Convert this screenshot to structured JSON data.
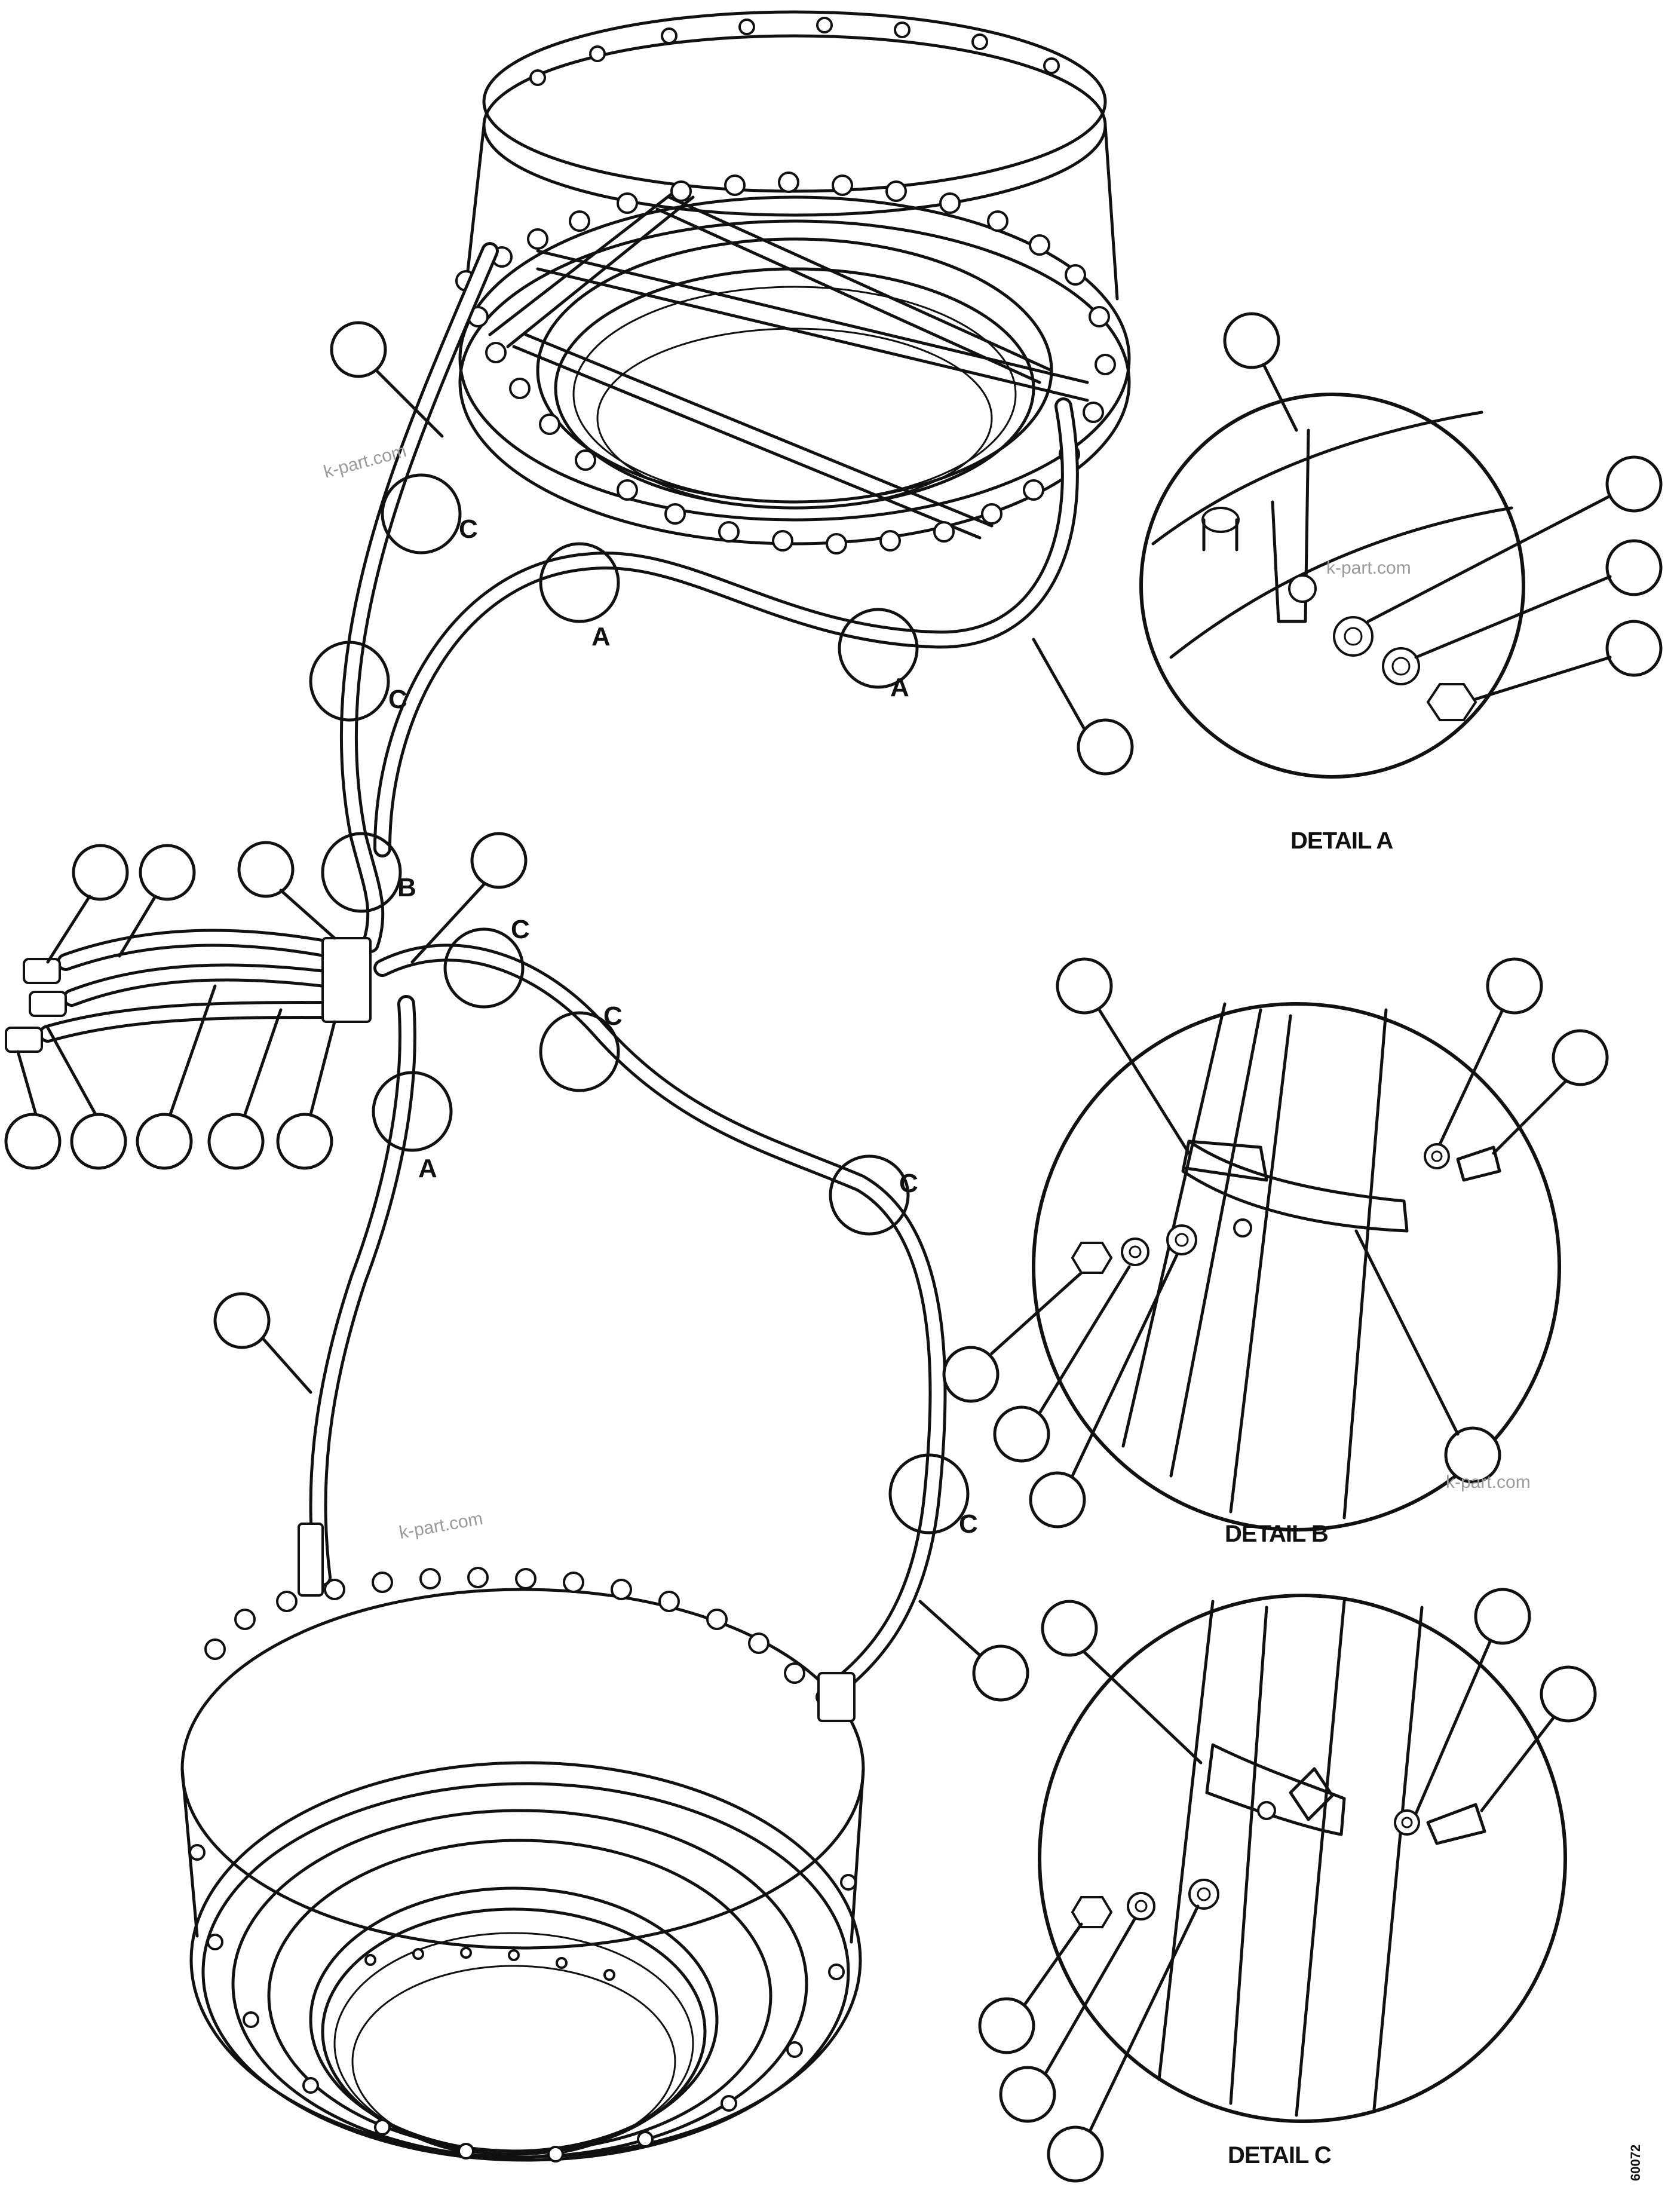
{
  "watermark": "k-part.com",
  "detail_labels": {
    "a": "DETAIL A",
    "b": "DETAIL B",
    "c": "DETAIL C"
  },
  "callouts": {
    "a": "A",
    "b": "B",
    "c": "C"
  },
  "drawing_number": "60072",
  "colors": {
    "line": "#111111",
    "background": "#ffffff",
    "watermark": "#9a9a9a"
  }
}
